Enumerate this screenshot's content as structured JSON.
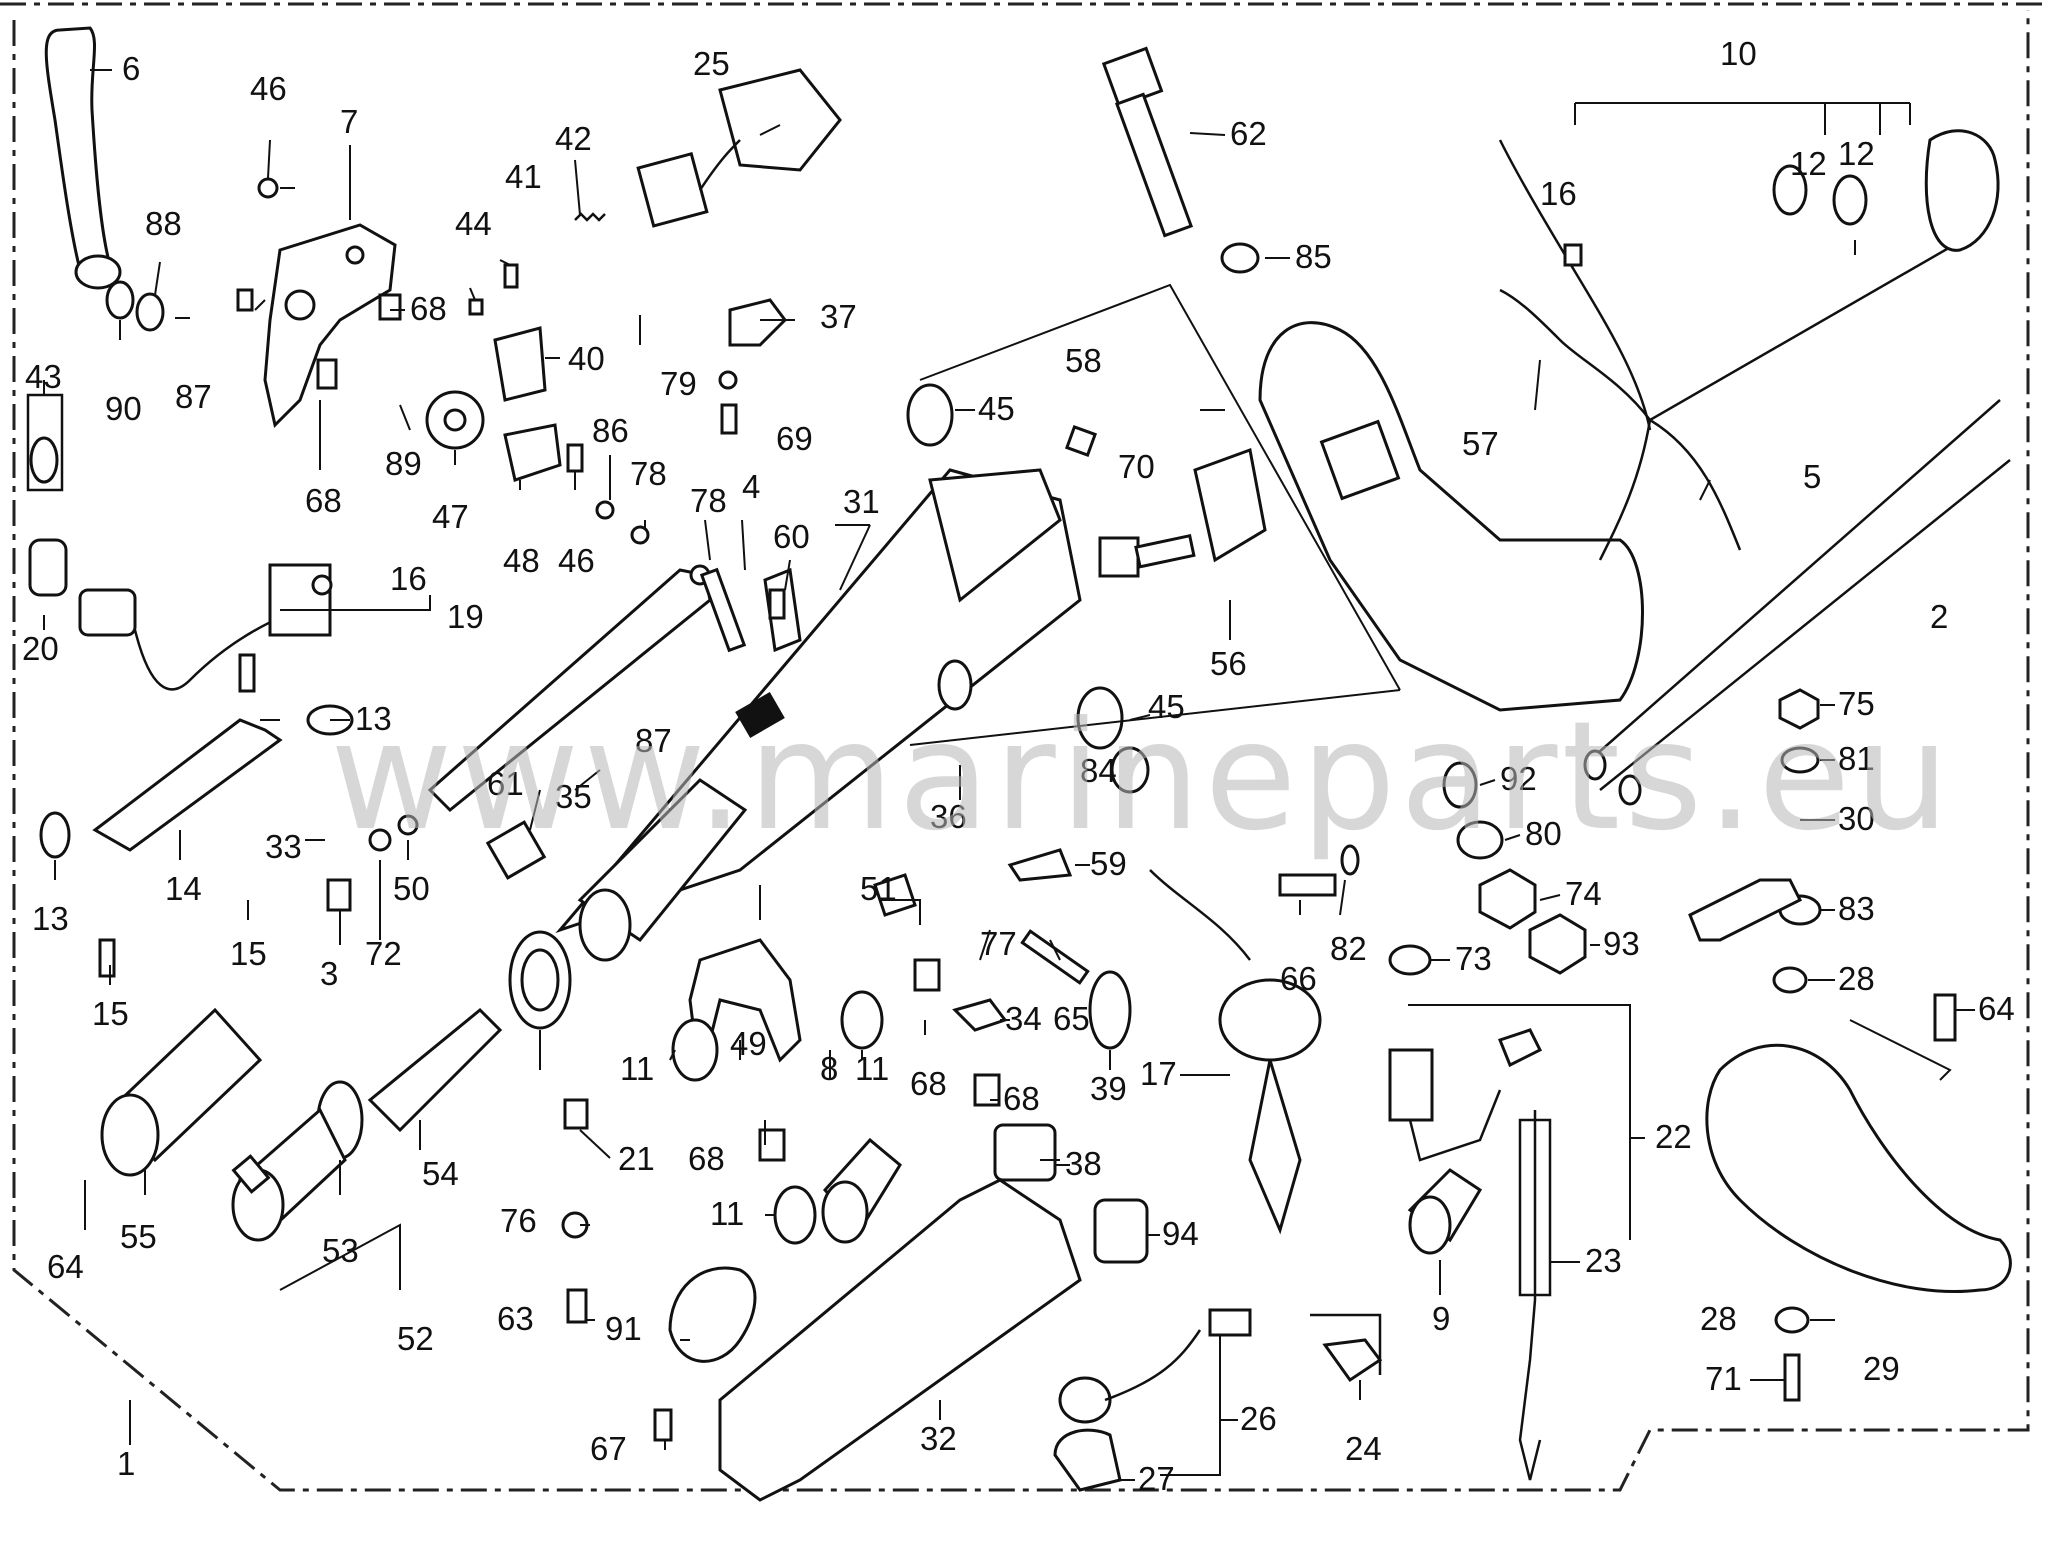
{
  "watermark": "www.marineparts.eu",
  "icons": [
    "tiller-handle-icon",
    "wiring-harness-icon",
    "throttle-grip-icon",
    "ignition-switch-icon",
    "bolt-icon"
  ],
  "callouts": {
    "c1": "1",
    "c2": "2",
    "c3": "3",
    "c4": "4",
    "c5": "5",
    "c6": "6",
    "c7": "7",
    "c8": "8",
    "c9": "9",
    "c10": "10",
    "c11a": "11",
    "c11b": "11",
    "c11c": "11",
    "c12a": "12",
    "c12b": "12",
    "c13a": "13",
    "c13b": "13",
    "c14": "14",
    "c15a": "15",
    "c15b": "15",
    "c16a": "16",
    "c16b": "16",
    "c17": "17",
    "c19": "19",
    "c20": "20",
    "c21": "21",
    "c22": "22",
    "c23": "23",
    "c24": "24",
    "c25": "25",
    "c26": "26",
    "c27": "27",
    "c28a": "28",
    "c28b": "28",
    "c29": "29",
    "c30": "30",
    "c31": "31",
    "c32": "32",
    "c33": "33",
    "c34": "34",
    "c35": "35",
    "c36": "36",
    "c37": "37",
    "c38": "38",
    "c39": "39",
    "c40": "40",
    "c41": "41",
    "c42": "42",
    "c43": "43",
    "c44": "44",
    "c45a": "45",
    "c45b": "45",
    "c46a": "46",
    "c46b": "46",
    "c47": "47",
    "c48": "48",
    "c49": "49",
    "c50": "50",
    "c51": "51",
    "c52": "52",
    "c53": "53",
    "c54": "54",
    "c55": "55",
    "c56": "56",
    "c57": "57",
    "c58": "58",
    "c59": "59",
    "c60": "60",
    "c61": "61",
    "c62": "62",
    "c63": "63",
    "c64a": "64",
    "c64b": "64",
    "c65": "65",
    "c66": "66",
    "c67": "67",
    "c68a": "68",
    "c68b": "68",
    "c68c": "68",
    "c68d": "68",
    "c68e": "68",
    "c69": "69",
    "c70": "70",
    "c71": "71",
    "c72": "72",
    "c73": "73",
    "c74": "74",
    "c75": "75",
    "c76": "76",
    "c77": "77",
    "c78a": "78",
    "c78b": "78",
    "c79": "79",
    "c80": "80",
    "c81": "81",
    "c82": "82",
    "c83": "83",
    "c84": "84",
    "c85": "85",
    "c86": "86",
    "c87a": "87",
    "c87b": "87",
    "c88": "88",
    "c89": "89",
    "c90": "90",
    "c91": "91",
    "c92": "92",
    "c93": "93",
    "c94": "94"
  }
}
